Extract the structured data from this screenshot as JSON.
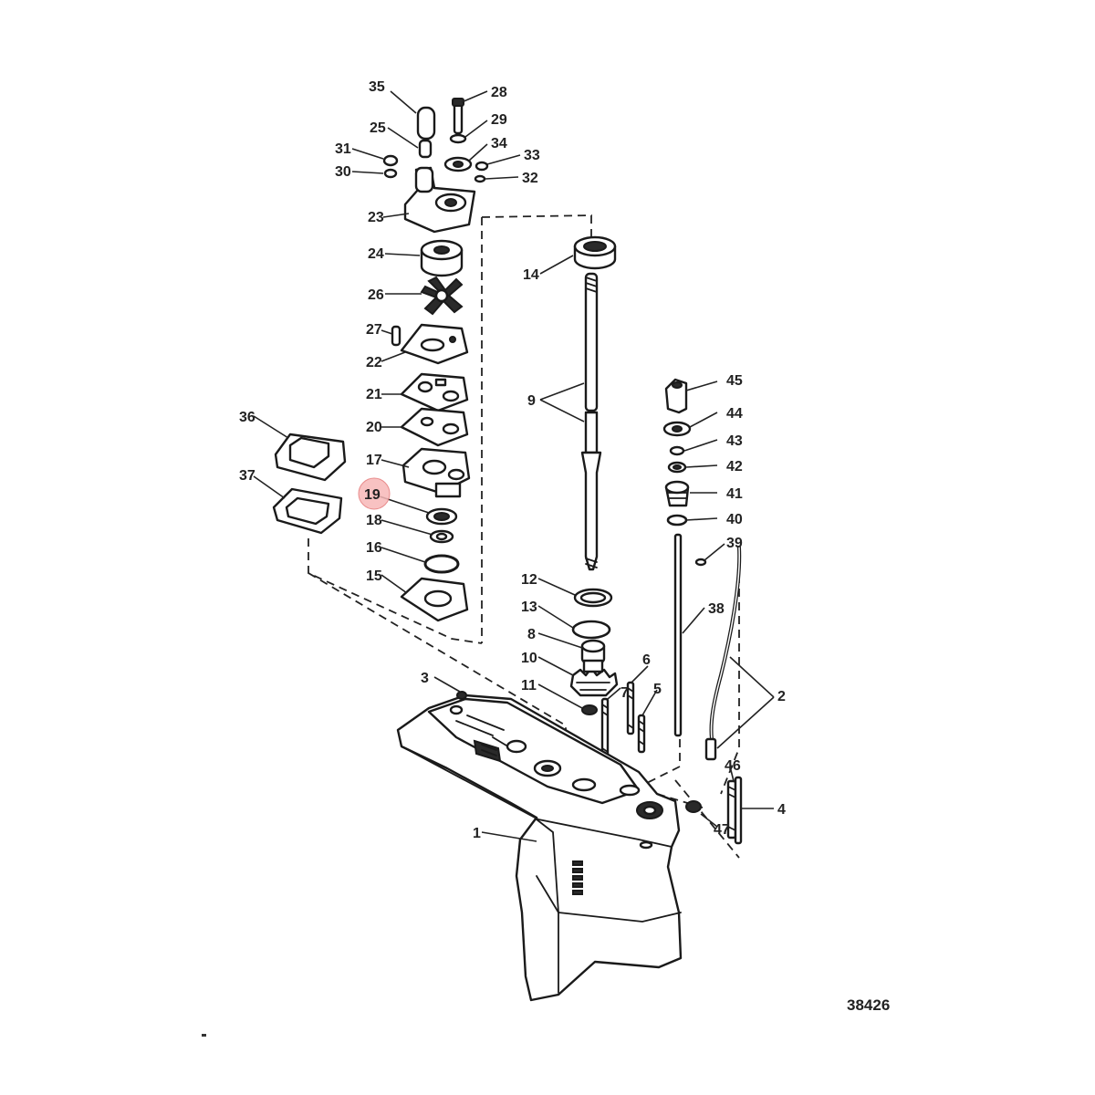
{
  "drawing_number": "38426",
  "highlighted_part": "19",
  "colors": {
    "ink": "#1a1a1a",
    "highlight": "#f7b8b8",
    "background": "#ffffff"
  },
  "callouts": [
    "1",
    "2",
    "3",
    "4",
    "5",
    "6",
    "7",
    "8",
    "9",
    "10",
    "11",
    "12",
    "13",
    "14",
    "15",
    "16",
    "17",
    "18",
    "19",
    "20",
    "21",
    "22",
    "23",
    "24",
    "25",
    "26",
    "27",
    "28",
    "29",
    "30",
    "31",
    "32",
    "33",
    "34",
    "35",
    "36",
    "37",
    "38",
    "39",
    "40",
    "41",
    "42",
    "43",
    "44",
    "45",
    "46",
    "47"
  ]
}
